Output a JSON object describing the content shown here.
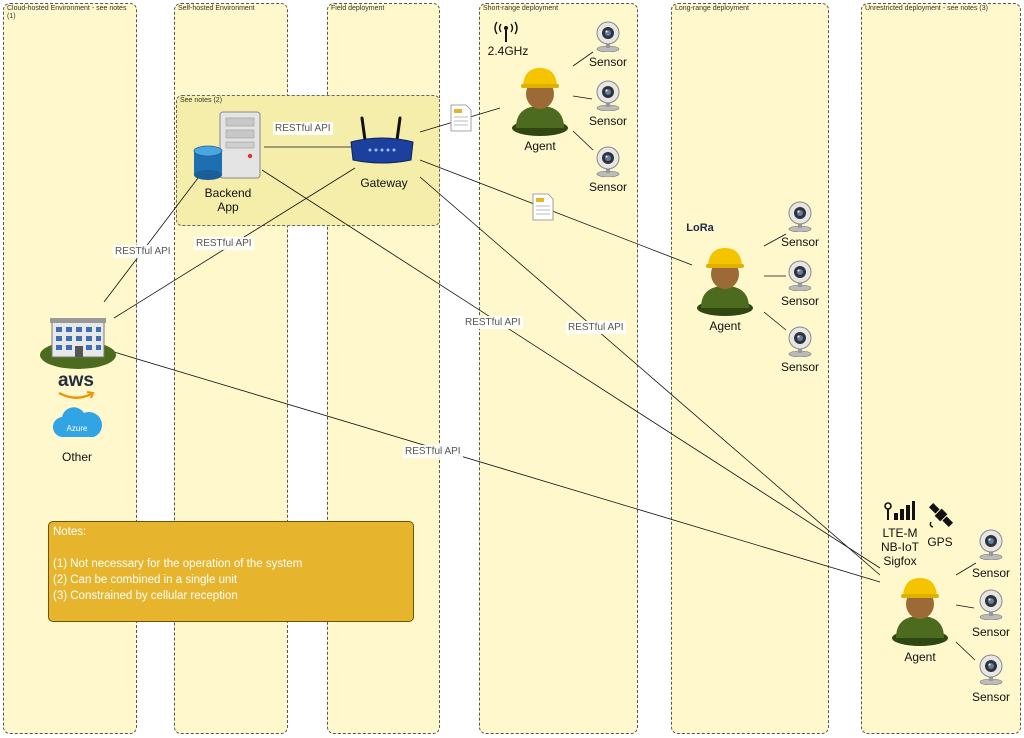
{
  "lanes": [
    {
      "title": "Cloud-hosted Environment - see notes (1)"
    },
    {
      "title": "Self-hosted Environment"
    },
    {
      "title": "Field deployment"
    },
    {
      "title": "Short-range deployment"
    },
    {
      "title": "Long-range deployment"
    },
    {
      "title": "Unrestricted deployment - see notes (3)"
    }
  ],
  "combined_group": {
    "title": "See notes (2)"
  },
  "nodes": {
    "backend": "Backend\nApp",
    "gateway": "Gateway",
    "cloud_logo_aws": "aws",
    "cloud_logo_azure": "Azure",
    "cloud_other": "Other",
    "radio_24": "2.4GHz",
    "lora": "LoRa",
    "cellular": "LTE-M\nNB-IoT\nSigfox",
    "gps": "GPS",
    "agent": "Agent",
    "sensor": "Sensor"
  },
  "edge_labels": {
    "backend_gateway": "RESTful API",
    "cloud_backend": "RESTful API",
    "cloud_gateway": "RESTful API",
    "backend_agent": "RESTful API",
    "gateway_agent": "RESTful API",
    "cloud_agent": "RESTful API"
  },
  "notes": {
    "title": "Notes:",
    "items": [
      "(1) Not necessary for the operation of the system",
      "(2) Can be combined in a single unit",
      "(3) Constrained by cellular reception"
    ]
  },
  "colors": {
    "lane_fill": "#fff8cc",
    "group_fill": "#f4eeaa",
    "notes_fill": "#e7b42d",
    "router": "#1d3f9e",
    "agent_shirt": "#4d6b1e",
    "helmet": "#f5c400"
  }
}
